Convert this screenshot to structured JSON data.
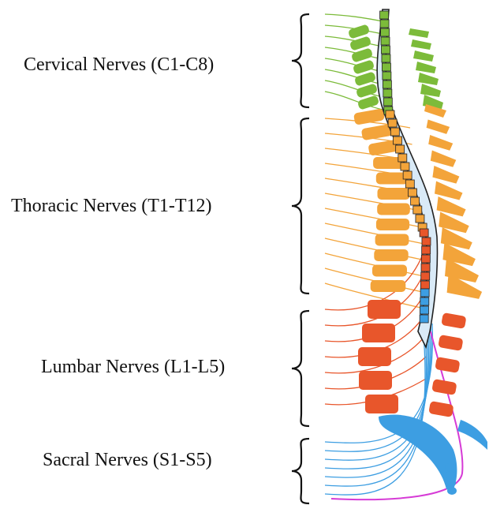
{
  "labels": {
    "cervical": "Cervical Nerves (C1-C8)",
    "thoracic": "Thoracic Nerves (T1-T12)",
    "lumbar": "Lumbar Nerves (L1-L5)",
    "sacral": "Sacral Nerves (S1-S5)"
  },
  "colors": {
    "cervical": "#7cbb3a",
    "thoracic": "#f3a43a",
    "lumbar": "#e8562b",
    "sacral": "#3d9ee2",
    "cauda_terminale": "#d63bd6",
    "cord_outline": "#222222"
  }
}
